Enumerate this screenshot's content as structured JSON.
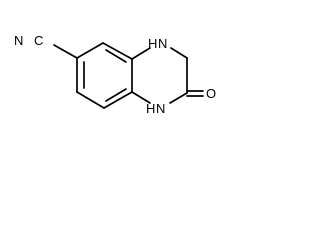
{
  "molecule": {
    "atoms": {
      "nitrile_carbon": "C",
      "nitrile_nitrogen": "N",
      "amine_nh_top": "N",
      "amine_h_top": "H",
      "amine_nh_bottom": "N",
      "amine_h_bottom": "H",
      "carbonyl_oxygen": "O"
    }
  }
}
